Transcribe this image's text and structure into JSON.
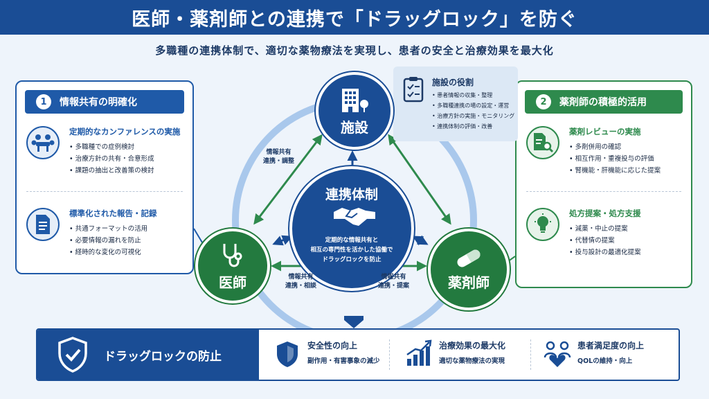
{
  "title": "医師・薬剤師との連携で「ドラッグロック」を防ぐ",
  "subtitle": "多職種の連携体制で、適切な薬物療法を実現し、患者の安全と治療効果を最大化",
  "left_panel": {
    "number": "1",
    "heading": "情報共有の明確化",
    "items": [
      {
        "title": "定期的なカンファレンスの実施",
        "bullets": [
          "多職種での症例検討",
          "治療方針の共有・合意形成",
          "課題の抽出と改善策の検討"
        ]
      },
      {
        "title": "標準化された報告・記録",
        "bullets": [
          "共通フォーマットの活用",
          "必要情報の漏れを防止",
          "経時的な変化の可視化"
        ]
      }
    ]
  },
  "right_panel": {
    "number": "2",
    "heading": "薬剤師の積極的活用",
    "items": [
      {
        "title": "薬剤レビューの実施",
        "bullets": [
          "多剤併用の確認",
          "相互作用・重複投与の評価",
          "腎機能・肝機能に応じた提案"
        ]
      },
      {
        "title": "処方提案・処方支援",
        "bullets": [
          "減薬・中止の提案",
          "代替情の提案",
          "投与設計の最適化提案"
        ]
      }
    ]
  },
  "facility_roles": {
    "heading": "施設の役割",
    "bullets": [
      "患者情報の収集・整理",
      "多職種連携の場の設定・運営",
      "治療方針の実施・モニタリング",
      "連携体制の評価・改善"
    ]
  },
  "nodes": {
    "facility": "施設",
    "doctor": "医師",
    "pharmacist": "薬剤師"
  },
  "center": {
    "title": "連携体制",
    "desc_lines": [
      "定期的な情報共有と",
      "相互の専門性を活かした協働で",
      "ドラッグロックを防止"
    ]
  },
  "edges": {
    "facility_doctor": [
      "情報共有",
      "連携・調整"
    ],
    "doctor_pharmacist": [
      "情報共有",
      "連携・相談"
    ],
    "pharmacist_doctor": [
      "情報共有",
      "連携・提案"
    ]
  },
  "bottom": {
    "banner": "ドラッグロックの防止",
    "effects": [
      {
        "title": "安全性の向上",
        "desc": "副作用・有害事象の減少",
        "icon": "shield-icon"
      },
      {
        "title": "治療効果の最大化",
        "desc": "適切な薬物療法の実現",
        "icon": "growth-chart-icon"
      },
      {
        "title": "患者満足度の向上",
        "desc": "QOLの維持・向上",
        "icon": "patient-heart-icon"
      }
    ]
  },
  "colors": {
    "navy": "#1a4d95",
    "green": "#237a3f",
    "blue_panel": "#1f5aa8",
    "green_panel": "#2e8a4d"
  }
}
